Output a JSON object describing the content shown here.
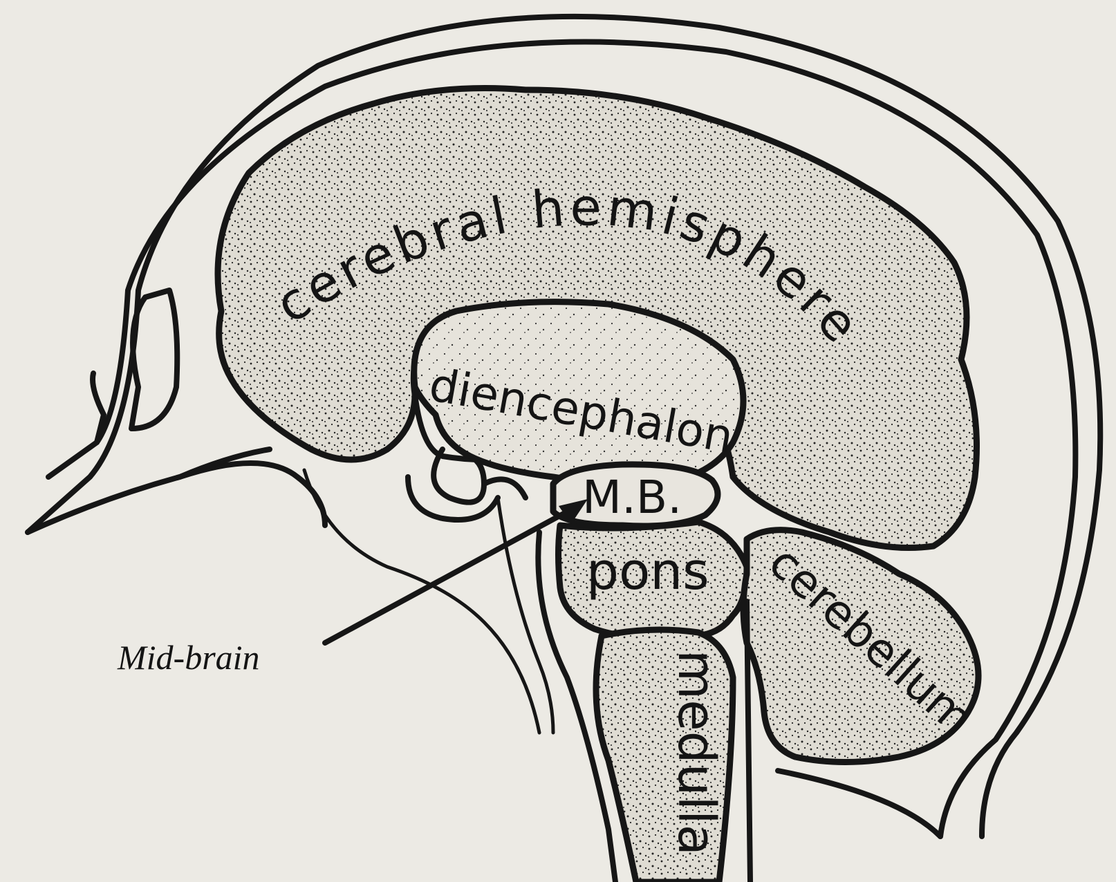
{
  "labels": {
    "cerebral_hemisphere": "cerebral hemisphere",
    "diencephalon": "diencephalon",
    "mid_brain_abbrev": "M.B.",
    "pons": "pons",
    "cerebellum": "cerebellum",
    "medulla": "medulla",
    "mid_brain_callout": "Mid-brain"
  },
  "colors": {
    "paper": "#eceae4",
    "ink": "#161616",
    "stipple_fill": "#dcd9d0"
  }
}
